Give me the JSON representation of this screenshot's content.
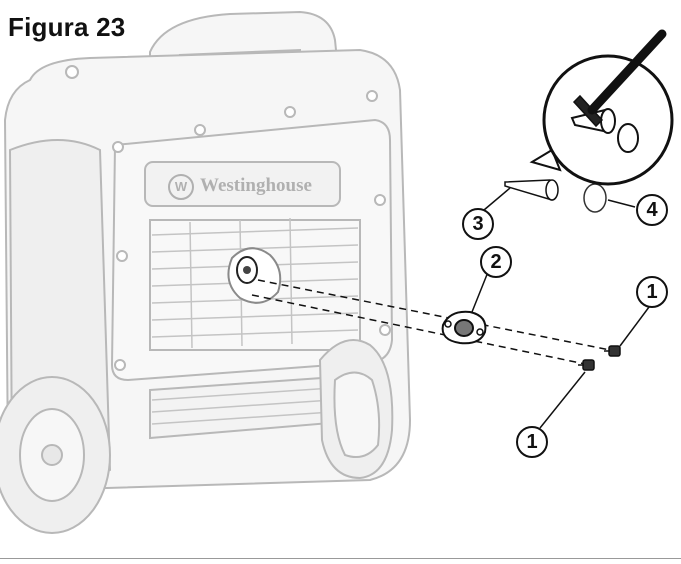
{
  "figure": {
    "title": "Figura 23",
    "brand_text": "Westinghouse",
    "brand_logo_letter": "W"
  },
  "callouts": {
    "screw_right": "1",
    "screw_left": "1",
    "cover": "2",
    "brush": "3",
    "screen": "4"
  },
  "colors": {
    "line": "#111111",
    "faded_outline": "#b8b8b8",
    "faded_fill": "#f4f4f4"
  }
}
